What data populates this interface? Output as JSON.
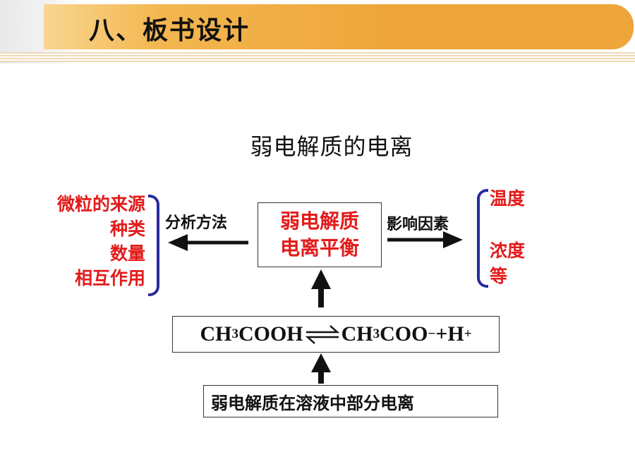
{
  "header": {
    "title": "八、板书设计"
  },
  "main_title": "弱电解质的电离",
  "left_items": [
    "微粒的来源",
    "种类",
    "数量",
    "相互作用"
  ],
  "left_arrow_label": "分析方法",
  "center_box": {
    "line1": "弱电解质",
    "line2": "电离平衡"
  },
  "right_arrow_label": "影响因素",
  "right_items": [
    "温度",
    "浓度",
    "等"
  ],
  "equation": {
    "left": "CH",
    "left_sub": "3",
    "left_rest": "COOH",
    "right": "CH",
    "right_sub": "3",
    "right_rest": "COO",
    "right_sup": "−",
    "plus": "+H",
    "plus_sup": "+"
  },
  "bottom_box": "弱电解质在溶液中部分电离",
  "colors": {
    "emphasis": "#e31b1b",
    "bracket": "#2a2a9c",
    "banner": "#eea53a"
  }
}
